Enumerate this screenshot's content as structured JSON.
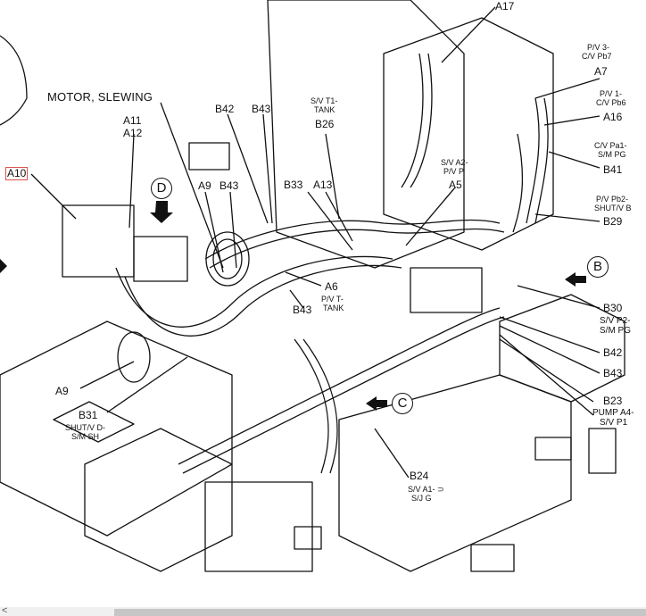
{
  "labels": {
    "a17": "A17",
    "pv3": "P/V 3-",
    "cvpb7": "C/V Pb7",
    "a7": "A7",
    "pv1": "P/V 1-",
    "cvpb6": "C/V Pb6",
    "a16": "A16",
    "cvpa1": "C/V Pa1-",
    "smpg": "S/M PG",
    "b41": "B41",
    "pvpb2": "P/V Pb2-",
    "shutvb": "SHUT/V B",
    "b29": "B29",
    "motor_slewing": "MOTOR, SLEWING",
    "a11": "A11",
    "a12": "A12",
    "b42_top": "B42",
    "b43_top": "B43",
    "svt1": "S/V T1-",
    "tank": "TANK",
    "b26": "B26",
    "a10": "A10",
    "d": "D",
    "a9_top": "A9",
    "b43_mid": "B43",
    "b33": "B33",
    "a13": "A13",
    "sva2": "S/V A2-",
    "pvp": "P/V P",
    "a5": "A5",
    "b": "B",
    "a6": "A6",
    "pvt": "P/V T-",
    "tank2": "TANK",
    "b43_low": "B43",
    "b30": "B30",
    "svp2": "S/V P2-",
    "smpg2": "S/M PG",
    "b42_right": "B42",
    "b43_right": "B43",
    "a9_bottom": "A9",
    "c": "C",
    "b23": "B23",
    "pumpa4": "PUMP A4-",
    "svp1": "S/V P1",
    "b31": "B31",
    "shutvd": "SHUT/V D-",
    "smsh": "S/M SH",
    "b24": "B24",
    "sva1": "S/V A1- ⊃",
    "sjg": "S/J G"
  },
  "colors": {
    "accent": "#d9534f",
    "line": "#111111",
    "scroll_track": "#f0f0f0",
    "scroll_thumb": "#c6c6c6"
  },
  "scrollbar": {
    "left_arrow": "<"
  }
}
